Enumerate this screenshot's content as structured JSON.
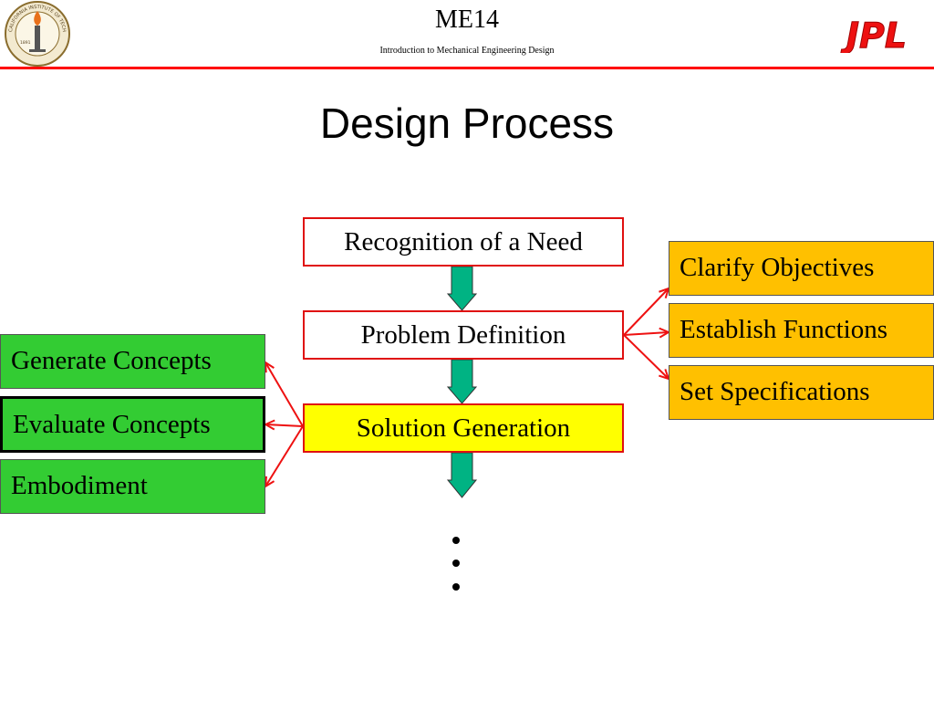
{
  "header": {
    "course_title": "ME14",
    "course_subtitle": "Introduction to Mechanical Engineering Design",
    "left_logo_icon": "caltech-seal-icon",
    "left_logo_text": "CALIFORNIA INSTITUTE OF TECHNOLOGY",
    "left_logo_year": "1891",
    "right_logo_icon": "jpl-logo-icon",
    "right_logo_text": "JPL"
  },
  "slide": {
    "title": "Design Process"
  },
  "diagram": {
    "main_steps": [
      {
        "label": "Recognition of a Need"
      },
      {
        "label": "Problem Definition"
      },
      {
        "label": "Solution Generation"
      }
    ],
    "continuation_icon": "vertical-ellipsis-icon",
    "problem_definition_substeps": [
      {
        "label": "Clarify Objectives"
      },
      {
        "label": "Establish Functions"
      },
      {
        "label": "Set Specifications"
      }
    ],
    "solution_generation_substeps": [
      {
        "label": "Generate Concepts"
      },
      {
        "label": "Evaluate Concepts"
      },
      {
        "label": "Embodiment"
      }
    ]
  },
  "colors": {
    "accent_red": "#ff0000",
    "box_border_red": "#e01010",
    "highlight_yellow": "#ffff00",
    "orange_fill": "#ffc000",
    "green_fill": "#33cc33",
    "arrow_teal": "#00b383"
  }
}
